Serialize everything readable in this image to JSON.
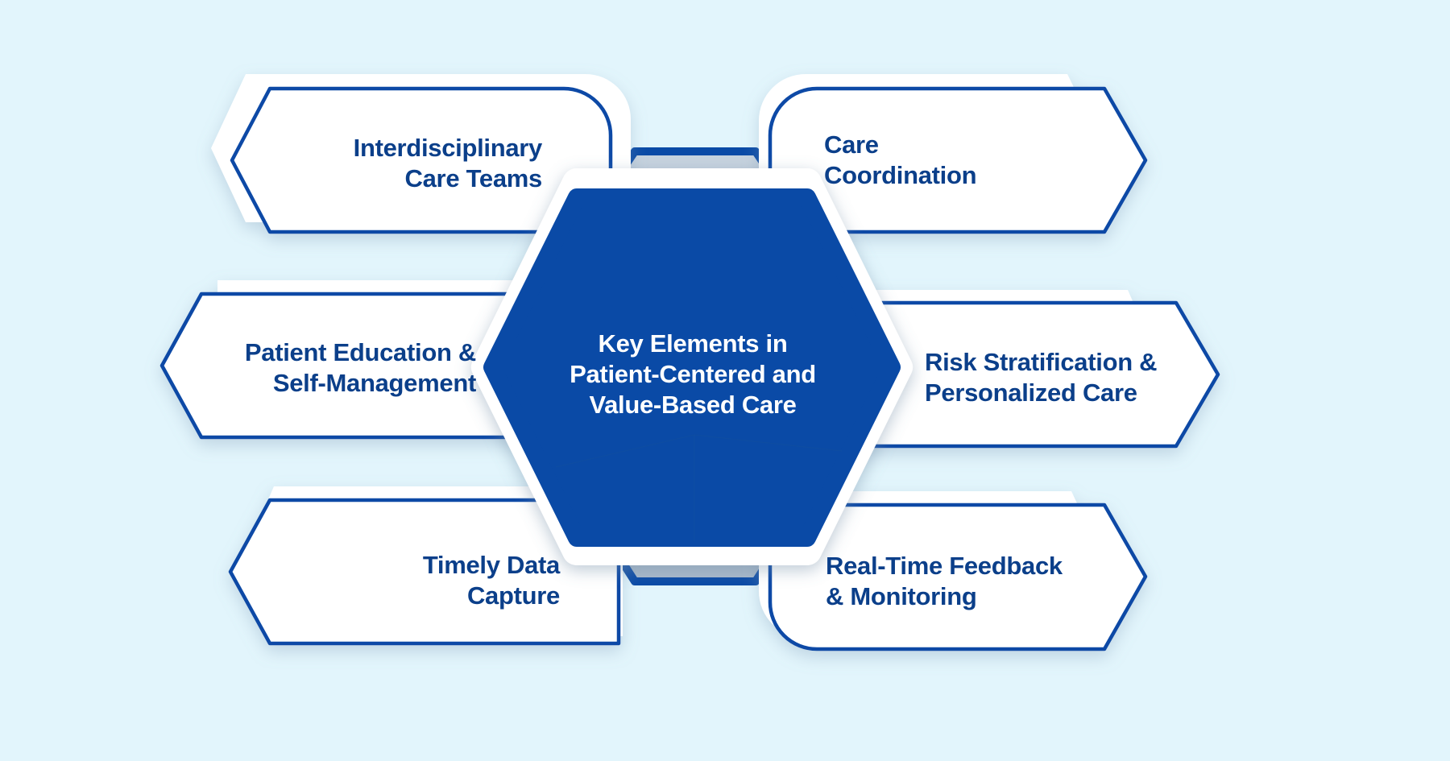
{
  "center": {
    "lines": [
      "Key Elements in",
      "Patient-Centered and",
      "Value-Based Care"
    ]
  },
  "elements": [
    {
      "id": "interdisciplinary",
      "lines": [
        "Interdisciplinary",
        "Care Teams"
      ]
    },
    {
      "id": "patient-education",
      "lines": [
        "Patient Education &",
        "Self-Management"
      ]
    },
    {
      "id": "timely-data",
      "lines": [
        "Timely Data",
        "Capture"
      ]
    },
    {
      "id": "care-coordination",
      "lines": [
        "Care",
        "Coordination"
      ]
    },
    {
      "id": "risk-stratification",
      "lines": [
        "Risk Stratification &",
        "Personalized Care"
      ]
    },
    {
      "id": "real-time-feedback",
      "lines": [
        "Real-Time Feedback",
        "& Monitoring"
      ]
    }
  ],
  "colors": {
    "background": "#e2f5fc",
    "primary": "#0a4aa6",
    "text": "#0b3f8a",
    "card": "#ffffff"
  }
}
